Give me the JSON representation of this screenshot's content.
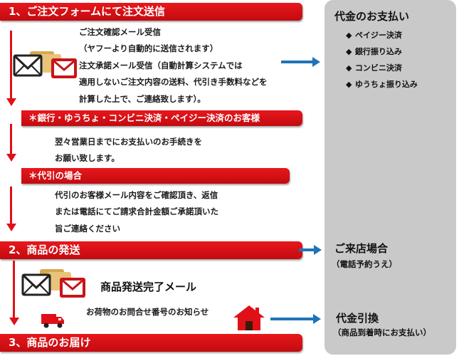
{
  "flow": {
    "step1": "1、ご注文フォームにて注文送信",
    "step1_lines": [
      "ご注文確認メール受信",
      "（ヤフーより自動的に送信されます）",
      "注文承諾メール受信（自動計算システムでは",
      "適用しないご注文内容の送料、代引き手数料などを",
      "計算した上で、ご連絡致します）。"
    ],
    "prepaid_title": "＊銀行・ゆうちょ・コンビニ決済・ペイジー決済のお客様",
    "prepaid_lines": [
      "翌々営業日までにお支払いのお手続きを",
      "お願い致します。"
    ],
    "cod_title": "＊代引の場合",
    "cod_lines": [
      "代引のお客様メール内容をご確認頂き、返信",
      "または電話にてご請求合計金額ご承諾頂いた",
      "旨ご連絡ください"
    ],
    "step2": "2、商品の発送",
    "shipped_mail": "商品発送完了メール",
    "tracking_note": "お荷物のお問合せ番号のお知らせ",
    "step3": "3、商品のお届け"
  },
  "panel": {
    "payment_title": "代金のお支払い",
    "payment_methods": [
      "ペイジー決済",
      "銀行振り込み",
      "コンビニ決済",
      "ゆうちょ振り込み"
    ],
    "bullet": "◆",
    "store_title": "ご来店場合",
    "store_sub": "（電話予約うえ）",
    "cod_title": "代金引換",
    "cod_sub": "（商品到着時にお支払い）"
  },
  "colors": {
    "accent_red": "#e01018",
    "arrow_blue": "#1f73b7",
    "panel_gray": "#c9c9c9"
  },
  "icons": [
    "envelope-icon",
    "truck-icon",
    "house-icon",
    "down-arrow-icon",
    "right-arrow-icon"
  ]
}
